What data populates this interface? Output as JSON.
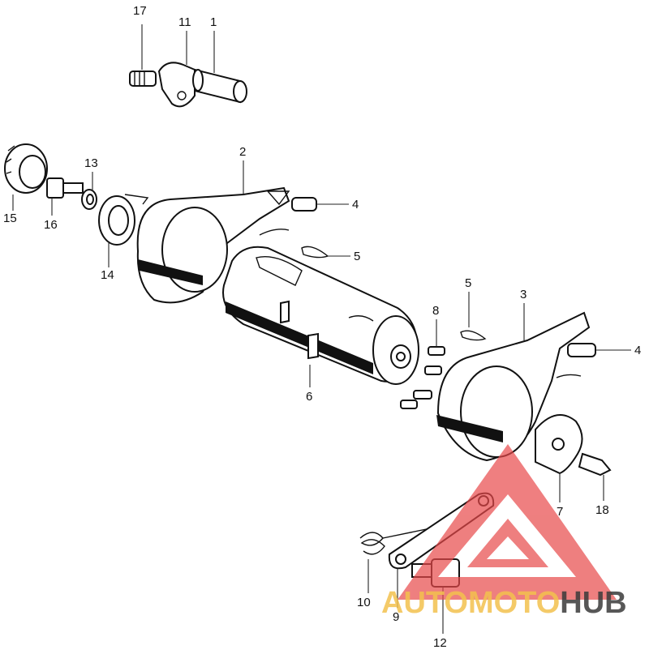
{
  "diagram": {
    "callouts": [
      {
        "id": "c17",
        "label": "17"
      },
      {
        "id": "c11",
        "label": "11"
      },
      {
        "id": "c1",
        "label": "1"
      },
      {
        "id": "c2",
        "label": "2"
      },
      {
        "id": "c4a",
        "label": "4"
      },
      {
        "id": "c13",
        "label": "13"
      },
      {
        "id": "c15",
        "label": "15"
      },
      {
        "id": "c16",
        "label": "16"
      },
      {
        "id": "c14",
        "label": "14"
      },
      {
        "id": "c5a",
        "label": "5"
      },
      {
        "id": "c5b",
        "label": "5"
      },
      {
        "id": "c3",
        "label": "3"
      },
      {
        "id": "c8",
        "label": "8"
      },
      {
        "id": "c4b",
        "label": "4"
      },
      {
        "id": "c6",
        "label": "6"
      },
      {
        "id": "c7",
        "label": "7"
      },
      {
        "id": "c18",
        "label": "18"
      },
      {
        "id": "c10",
        "label": "10"
      },
      {
        "id": "c9",
        "label": "9"
      },
      {
        "id": "c12",
        "label": "12"
      }
    ]
  },
  "watermark": {
    "part1": "AUTO",
    "part2": "MOTO",
    "part3": "HUB",
    "colors": {
      "auto": "#f2c14e",
      "moto": "#f2c14e",
      "hub": "#3a3a3a",
      "triangle": "#e8494a"
    }
  }
}
